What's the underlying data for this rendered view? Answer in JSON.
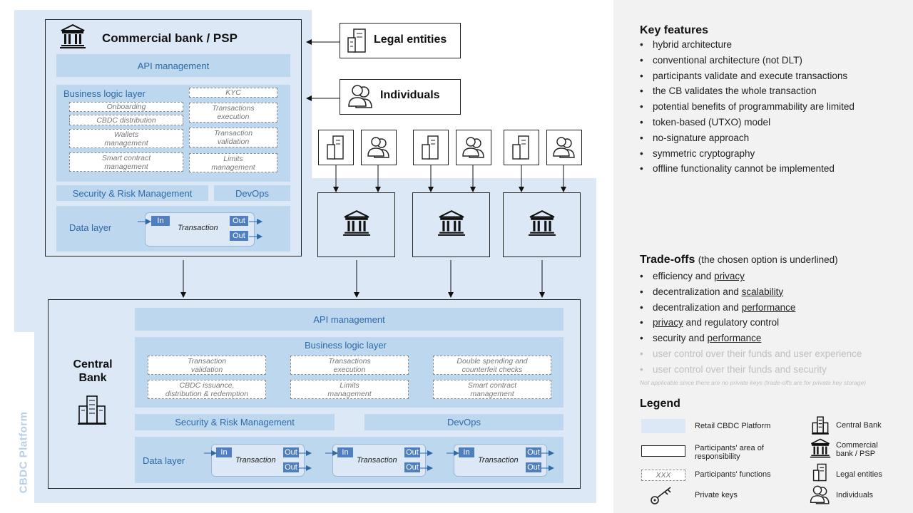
{
  "platform": {
    "vertical_label": "CBDC Platform"
  },
  "commercial_bank": {
    "title": "Commercial bank / PSP",
    "api": "API management",
    "business_logic": "Business logic layer",
    "functions": {
      "kyc": "KYC",
      "onboarding": "Onboarding",
      "tx_exec": "Transactions\nexecution",
      "cbdc_dist": "CBDC distribution",
      "wallets": "Wallets\nmanagement",
      "tx_valid": "Transaction\nvalidation",
      "smart": "Smart contract\nmanagement",
      "limits": "Limits\nmanagement"
    },
    "security": "Security & Risk Management",
    "devops": "DevOps",
    "data_layer": "Data layer",
    "tx_in": "In",
    "tx_label": "Transaction",
    "tx_out": "Out"
  },
  "participants": {
    "legal": "Legal entities",
    "individuals": "Individuals"
  },
  "central_bank": {
    "title": "Central\nBank",
    "api": "API management",
    "business_logic": "Business logic layer",
    "functions": {
      "tx_valid": "Transaction\nvalidation",
      "tx_exec": "Transactions\nexecution",
      "double_spend": "Double spending and\ncounterfeit checks",
      "issuance": "CBDC issuance,\ndistribution & redemption",
      "limits": "Limits\nmanagement",
      "smart": "Smart contract\nmanagement"
    },
    "security": "Security & Risk Management",
    "devops": "DevOps",
    "data_layer": "Data layer",
    "tx_in": "In",
    "tx_label": "Transaction",
    "tx_out": "Out"
  },
  "key_features": {
    "title": "Key features",
    "items": [
      "hybrid architecture",
      "conventional architecture (not DLT)",
      "participants validate and execute transactions",
      "the CB validates the whole transaction",
      "potential benefits of programmability are limited",
      "token-based (UTXO) model",
      "no-signature approach",
      "symmetric cryptography",
      "offline functionality cannot be implemented"
    ]
  },
  "tradeoffs": {
    "title": "Trade-offs",
    "subtitle": "(the chosen option is underlined)",
    "t1a": "efficiency and ",
    "t1b": "privacy",
    "t2a": "decentralization and ",
    "t2b": "scalability",
    "t3a": "decentralization and ",
    "t3b": "performance",
    "t4a": "privacy",
    "t4b": " and regulatory control",
    "t5a": "security and ",
    "t5b": "performance",
    "t6": "user control over their funds and user experience",
    "t7": "user control over their funds and security",
    "note": "Not applicable since there are no private keys (trade-offs are for private key storage)"
  },
  "legend": {
    "title": "Legend",
    "platform": "Retail CBDC Platform",
    "area": "Participants' area of\nresponsibility",
    "xxx": "XXX",
    "functions": "Participants' functions",
    "keys": "Private keys",
    "central_bank": "Central Bank",
    "commercial": "Commercial\nbank / PSP",
    "legal": "Legal entities",
    "individuals": "Individuals"
  },
  "colors": {
    "platform_bg": "#dce8f5",
    "band": "#bdd7ee",
    "accent": "#2e6aa8",
    "tag": "#4f7fc0",
    "right_panel": "#f2f2f2"
  }
}
